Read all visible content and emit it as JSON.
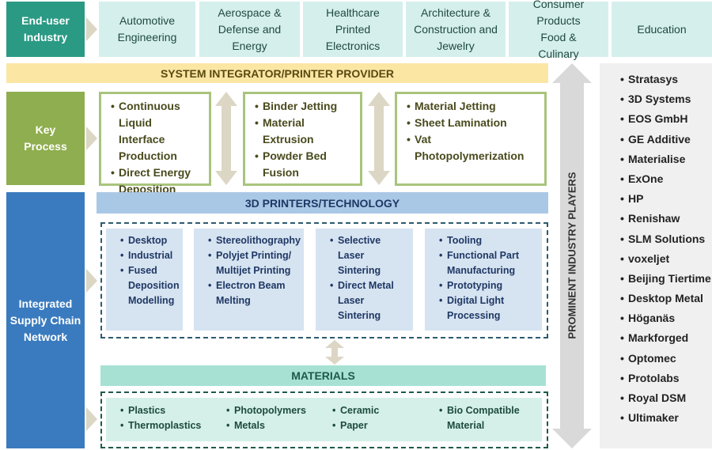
{
  "labels": {
    "end_user": "End-user Industry",
    "key_process": "Key Process",
    "supply_chain": "Integrated Supply Chain Network"
  },
  "industries": [
    "Automotive Engineering",
    "Aerospace & Defense and Energy",
    "Healthcare Printed Electronics",
    "Architecture & Construction and Jewelry",
    "Consumer Products Food & Culinary",
    "Education"
  ],
  "system_integrator": "SYSTEM INTEGRATOR/PRINTER PROVIDER",
  "processes": [
    [
      "Continuous Liquid Interface Production",
      "Direct Energy Deposition"
    ],
    [
      "Binder Jetting",
      "Material Extrusion",
      "Powder Bed Fusion"
    ],
    [
      "Material Jetting",
      "Sheet Lamination",
      "Vat Photopolymerization"
    ]
  ],
  "printers_title": "3D PRINTERS/TECHNOLOGY",
  "printers": [
    [
      "Desktop",
      "Industrial",
      "Fused Deposition Modelling"
    ],
    [
      "Stereolithography",
      "Polyjet Printing/ Multijet Printing",
      "Electron Beam Melting"
    ],
    [
      "Selective Laser Sintering",
      "Direct Metal Laser Sintering"
    ],
    [
      "Tooling",
      "Functional Part Manufacturing",
      "Prototyping",
      "Digital Light Processing"
    ]
  ],
  "materials_title": "MATERIALS",
  "materials": [
    [
      "Plastics",
      "Thermoplastics"
    ],
    [
      "Photopolymers",
      "Metals"
    ],
    [
      "Ceramic",
      "Paper"
    ],
    [
      "Bio Compatible Material"
    ]
  ],
  "players_title": "PROMINENT INDUSTRY PLAYERS",
  "players": [
    "Stratasys",
    "3D Systems",
    "EOS GmbH",
    "GE Additive",
    "Materialise",
    "ExOne",
    "HP",
    "Renishaw",
    "SLM Solutions",
    "voxeljet",
    "Beijing Tiertime",
    "Desktop Metal",
    "Höganäs",
    "Markforged",
    "Optomec",
    "Protolabs",
    "Royal DSM",
    "Ultimaker"
  ]
}
